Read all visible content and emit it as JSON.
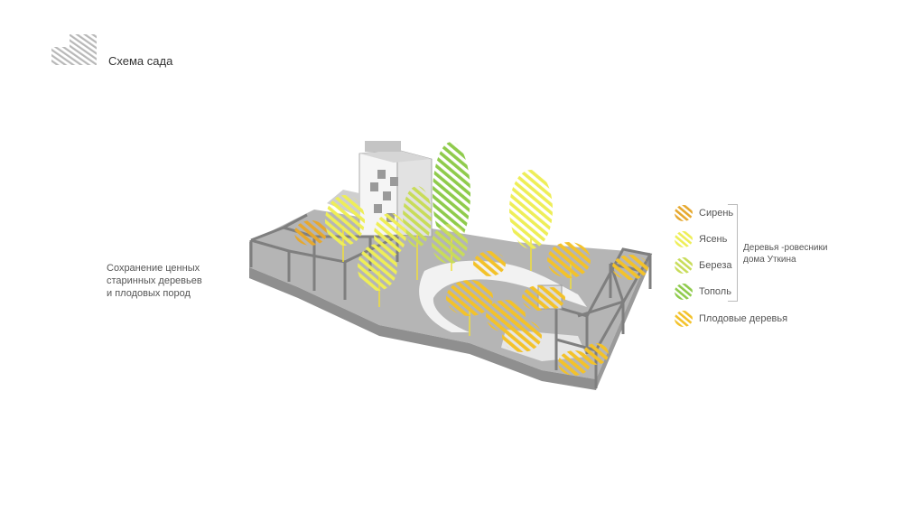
{
  "header": {
    "title": "Схема сада"
  },
  "note": {
    "lines": [
      "Сохранение ценных",
      "старинных деревьев",
      "и плодовых пород"
    ]
  },
  "legend": {
    "items": [
      {
        "label": "Сирень",
        "color": "#e6a82e"
      },
      {
        "label": "Ясень",
        "color": "#eeee58"
      },
      {
        "label": "Береза",
        "color": "#c8dc5a"
      },
      {
        "label": "Тополь",
        "color": "#8fcb4c"
      },
      {
        "label": "Плодовые деревья",
        "color": "#f3c22a"
      }
    ],
    "group_label": [
      "Деревья -ровесники",
      "дома Уткина"
    ]
  },
  "colors": {
    "ground": "#b5b5b5",
    "path": "#f2f2f2",
    "frame": "#7f7f7f",
    "building": "#f5f5f5"
  }
}
